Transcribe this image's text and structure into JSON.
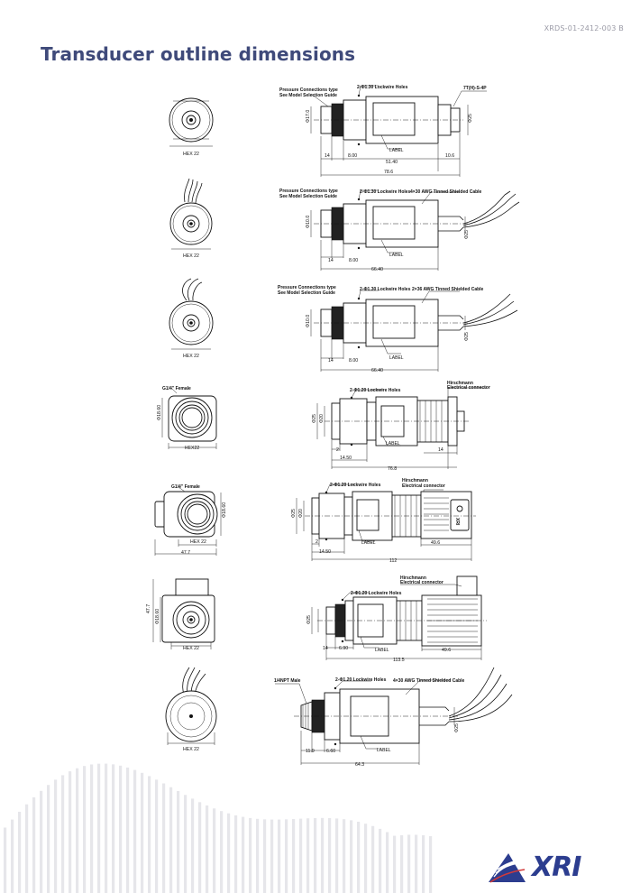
{
  "doc_id": "XRDS-01-2412-003 B",
  "title": "Transducer outline dimensions",
  "brand": "XRI",
  "colors": {
    "title": "#3f4a7a",
    "brand": "#2c3d8f",
    "wave": "#e6e6ea"
  },
  "common": {
    "hex": "HEX 22",
    "hex_light": "HEX22",
    "label": "LABEL",
    "pressure_conn": "Pressure Connections type",
    "model_guide": "See Model Selection Guide",
    "lockwire": "2-Φ1.30 Lockwire Holes",
    "lockwire_alt": "2-Φ1.20 Lockwire Holes",
    "hirschmann_1": "Hirschmann",
    "hirschmann_2": "Electrical connector",
    "g14": "G1/4\" Female"
  },
  "drawings": [
    {
      "id": 1,
      "top_callout": "7T(H)-S-4P",
      "dims": [
        "14",
        "8.00",
        "51.40",
        "10.6",
        "78.6",
        "Φ17.0",
        "Φ25"
      ]
    },
    {
      "id": 2,
      "top_callout": "4×30 AWG Tinned Shielded Cable",
      "dims": [
        "14",
        "8.00",
        "66.40",
        "Φ10.0",
        "Φ25"
      ]
    },
    {
      "id": 3,
      "top_callout": "2×36 AWG Tinned Shielded Cable",
      "dims": [
        "14",
        "8.00",
        "66.40",
        "Φ10.0",
        "Φ25"
      ]
    },
    {
      "id": 4,
      "dims": [
        "2",
        "14.50",
        "14",
        "76.8",
        "Φ25",
        "Φ20",
        "Φ18.60"
      ]
    },
    {
      "id": 5,
      "dims": [
        "2",
        "14.50",
        "49.6",
        "112",
        "47.7",
        "Φ25",
        "Φ20",
        "Φ18.60"
      ]
    },
    {
      "id": 6,
      "dims": [
        "14",
        "6.90",
        "49.6",
        "113.5",
        "47.7",
        "Φ25",
        "Φ18.60"
      ]
    },
    {
      "id": 7,
      "left_callout": "1/4NPT Male",
      "top_callout": "4×30 AWG Tinned Shielded Cable",
      "dims": [
        "11.9",
        "6.60",
        "64.3",
        "Φ25"
      ]
    }
  ]
}
